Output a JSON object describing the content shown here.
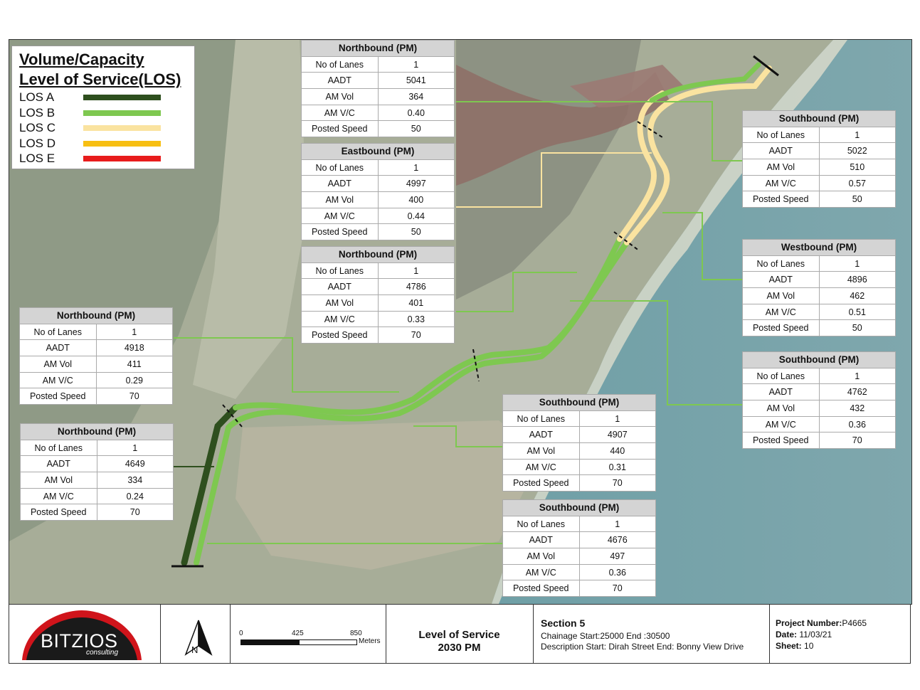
{
  "legend": {
    "title_line1": "Volume/Capacity",
    "title_line2": "Level of Service(LOS)",
    "items": [
      {
        "label": "LOS A",
        "color": "#2e4f1e"
      },
      {
        "label": "LOS B",
        "color": "#7ec850"
      },
      {
        "label": "LOS C",
        "color": "#fae3a0"
      },
      {
        "label": "LOS D",
        "color": "#f7bf12"
      },
      {
        "label": "LOS E",
        "color": "#e81c1c"
      }
    ]
  },
  "row_labels": {
    "lanes": "No of Lanes",
    "aadt": "AADT",
    "vol": "AM Vol",
    "vc": "AM V/C",
    "speed": "Posted Speed"
  },
  "tables": [
    {
      "title": "Northbound (PM)",
      "lanes": "1",
      "aadt": "5041",
      "vol": "364",
      "vc": "0.40",
      "speed": "50"
    },
    {
      "title": "Eastbound (PM)",
      "lanes": "1",
      "aadt": "4997",
      "vol": "400",
      "vc": "0.44",
      "speed": "50"
    },
    {
      "title": "Northbound (PM)",
      "lanes": "1",
      "aadt": "4786",
      "vol": "401",
      "vc": "0.33",
      "speed": "70"
    },
    {
      "title": "Northbound (PM)",
      "lanes": "1",
      "aadt": "4918",
      "vol": "411",
      "vc": "0.29",
      "speed": "70"
    },
    {
      "title": "Northbound (PM)",
      "lanes": "1",
      "aadt": "4649",
      "vol": "334",
      "vc": "0.24",
      "speed": "70"
    },
    {
      "title": "Southbound (PM)",
      "lanes": "1",
      "aadt": "5022",
      "vol": "510",
      "vc": "0.57",
      "speed": "50"
    },
    {
      "title": "Westbound (PM)",
      "lanes": "1",
      "aadt": "4896",
      "vol": "462",
      "vc": "0.51",
      "speed": "50"
    },
    {
      "title": "Southbound (PM)",
      "lanes": "1",
      "aadt": "4762",
      "vol": "432",
      "vc": "0.36",
      "speed": "70"
    },
    {
      "title": "Southbound (PM)",
      "lanes": "1",
      "aadt": "4907",
      "vol": "440",
      "vc": "0.31",
      "speed": "70"
    },
    {
      "title": "Southbound (PM)",
      "lanes": "1",
      "aadt": "4676",
      "vol": "497",
      "vc": "0.36",
      "speed": "70"
    }
  ],
  "footer": {
    "logo_text": "BITZIOS",
    "logo_sub": "consulting",
    "north_label": "N",
    "scale": {
      "t0": "0",
      "t1": "425",
      "t2": "850",
      "unit": "Meters"
    },
    "title_line1": "Level of Service",
    "title_line2": "2030 PM",
    "section": "Section 5",
    "chainage": "Chainage Start:25000 End :30500",
    "description": "Description Start: Dirah Street End: Bonny View Drive",
    "project_label": "Project Number:",
    "project_value": "P4665",
    "date_label": "Date:",
    "date_value": " 11/03/21",
    "sheet_label": "Sheet:",
    "sheet_value": " 10"
  }
}
